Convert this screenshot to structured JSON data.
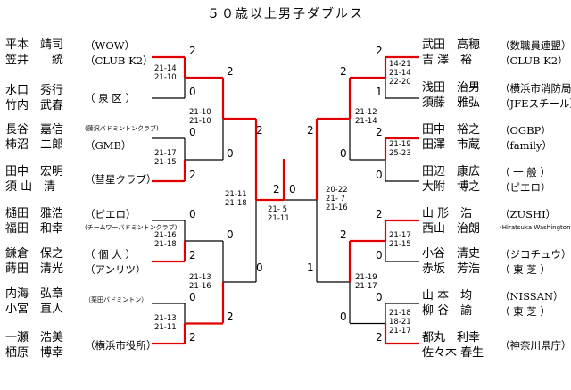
{
  "title": "５０歳以上男子ダブルス",
  "pairs": [
    {
      "p1": "平本　靖司",
      "p2": "笠井　　統",
      "club": "（WOW）",
      "club2": "（CLUB K2）",
      "small": false
    },
    {
      "p1": "水口　秀行",
      "p2": "竹内　武春",
      "club": "（ 泉 区 ）",
      "small": false
    },
    {
      "p1": "長谷　嘉信",
      "p2": "柿沼　二郎",
      "club": "(藤沢バドミントンクラブ)",
      "club2": "（GMB）",
      "small": true
    },
    {
      "p1": "田中　宏明",
      "p2": "須 山　清",
      "club": "（彗星クラブ）",
      "small": false
    },
    {
      "p1": "樋田　雅浩",
      "p2": "福田　和幸",
      "club": "（ピエロ）",
      "club2": "(チームワーバドミントンクラブ)",
      "small": false
    },
    {
      "p1": "鎌倉　保之",
      "p2": "蒔田　清光",
      "club": "（ 個 人 ）",
      "club2": "（アンリツ）",
      "small": false
    },
    {
      "p1": "内海　弘章",
      "p2": "小宮　直人",
      "club": "（栗田バドミントン）",
      "small": true
    },
    {
      "p1": "一瀬　浩美",
      "p2": "栖原　博幸",
      "club": "（横浜市役所）",
      "small": false
    },
    {
      "p1": "武田　高穂",
      "p2": "吉 澤　裕",
      "club": "（数職員連盟）",
      "club2": "（CLUB K2）",
      "small": false
    },
    {
      "p1": "浅田　治男",
      "p2": "須藤　雅弘",
      "club": "（横浜市消防局）",
      "club2": "（JFEスチール）",
      "small": false
    },
    {
      "p1": "田中　裕之",
      "p2": "田澤　市蔵",
      "club": "（OGBP）",
      "club2": "（family）",
      "small": false
    },
    {
      "p1": "田辺　康広",
      "p2": "大附　博之",
      "club": "（ 一 般 ）",
      "club2": "（ピエロ）",
      "small": false
    },
    {
      "p1": "山 形　浩",
      "p2": "西山　治朗",
      "club": "（ZUSHI）",
      "club2": "(Hiratsuka Washington)",
      "small": false
    },
    {
      "p1": "小谷　清史",
      "p2": "赤坂　芳浩",
      "club": "（ジコチュウ）",
      "club2": "（ 東 芝 ）",
      "small": false
    },
    {
      "p1": "山 本　均",
      "p2": "柳 谷　諭",
      "club": "（NISSAN）",
      "club2": "（ 東 芝 ）",
      "small": false
    },
    {
      "p1": "都丸　利幸",
      "p2": "佐々木 春生",
      "club": "（神奈川県庁）",
      "small": false
    }
  ],
  "scores": {
    "l1a": [
      "21-14",
      "21-10"
    ],
    "l1b": [
      "21-17",
      "21-15"
    ],
    "l1c": [
      "21-16",
      "21-18"
    ],
    "l1d": [
      "21-13",
      "21-11"
    ],
    "l2a": [
      "21-10",
      "21-10"
    ],
    "l2b": [
      "21-13",
      "21-16"
    ],
    "l3": [
      "21-11",
      "21-18"
    ],
    "final": [
      "21- 5",
      "21-11"
    ],
    "r3": [
      "20-22",
      "21- 7",
      "21-16"
    ],
    "r2a": [
      "21-12",
      "21-14"
    ],
    "r2b": [
      "21-19",
      "21-17"
    ],
    "r1a": [
      "14-21",
      "21-14",
      "22-20"
    ],
    "r1b": [
      "21-19",
      "25-23"
    ],
    "r1c": [
      "21-17",
      "21-15"
    ],
    "r1d": [
      "21-18",
      "18-21",
      "21-17"
    ]
  },
  "points": {
    "l1": [
      "2",
      "0",
      "0",
      "2",
      "0",
      "2",
      "0",
      "2"
    ],
    "l2": [
      "2",
      "0",
      "0",
      "2"
    ],
    "l3": [
      "2",
      "0"
    ],
    "center": [
      "2",
      "0"
    ],
    "r3": [
      "2",
      "1"
    ],
    "r2": [
      "2",
      "0",
      "2",
      "0"
    ],
    "r1": [
      "2",
      "1",
      "2",
      "0",
      "2",
      "0",
      "0",
      "2"
    ]
  },
  "colors": {
    "win": "#e00000",
    "line": "#000000"
  }
}
